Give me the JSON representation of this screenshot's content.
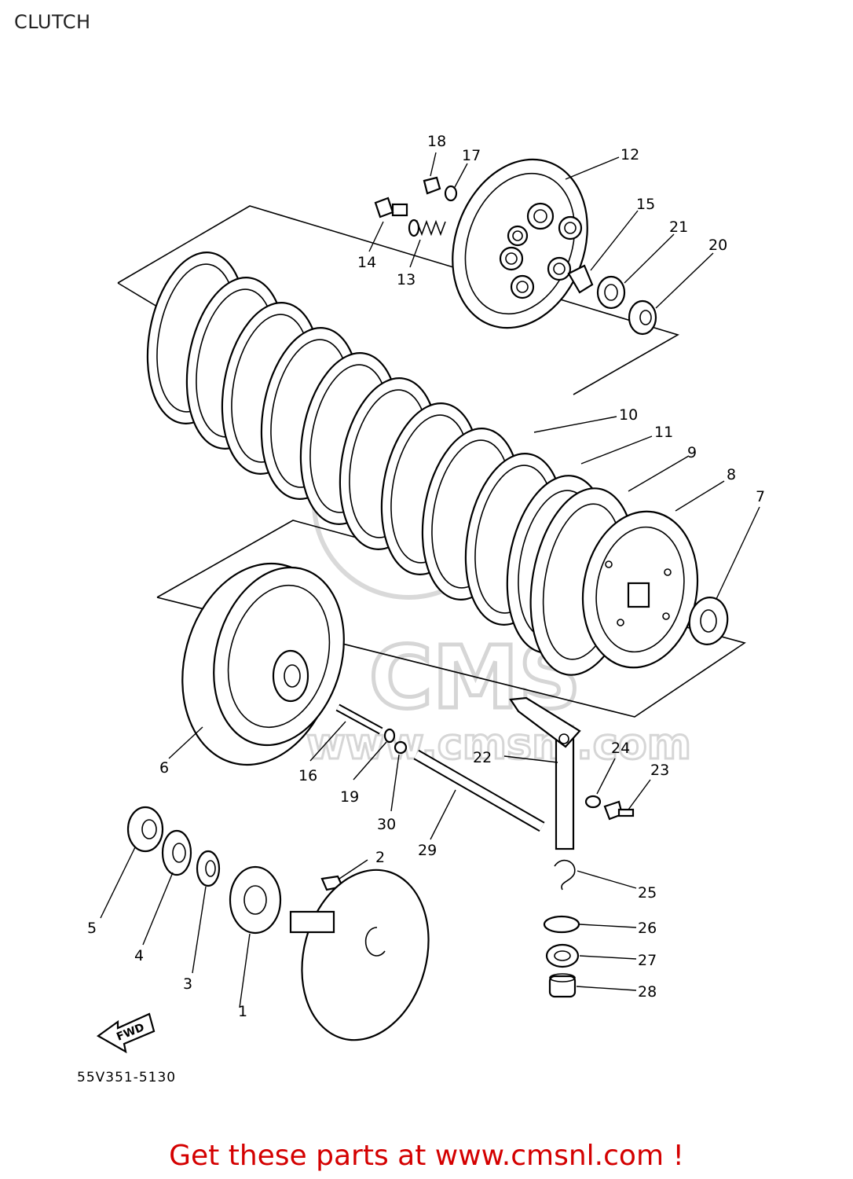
{
  "page": {
    "title": "CLUTCH"
  },
  "diagram": {
    "diagram_code": "55V351-5130",
    "fwd_label": "FWD",
    "watermark": "CMS www.cmsnl.com",
    "callouts": [
      {
        "label": "1"
      },
      {
        "label": "2"
      },
      {
        "label": "3"
      },
      {
        "label": "4"
      },
      {
        "label": "5"
      },
      {
        "label": "6"
      },
      {
        "label": "7"
      },
      {
        "label": "8"
      },
      {
        "label": "9"
      },
      {
        "label": "10"
      },
      {
        "label": "11"
      },
      {
        "label": "12"
      },
      {
        "label": "13"
      },
      {
        "label": "14"
      },
      {
        "label": "15"
      },
      {
        "label": "16"
      },
      {
        "label": "17"
      },
      {
        "label": "18"
      },
      {
        "label": "19"
      },
      {
        "label": "20"
      },
      {
        "label": "21"
      },
      {
        "label": "22"
      },
      {
        "label": "23"
      },
      {
        "label": "24"
      },
      {
        "label": "25"
      },
      {
        "label": "26"
      },
      {
        "label": "27"
      },
      {
        "label": "28"
      },
      {
        "label": "29"
      },
      {
        "label": "30"
      }
    ]
  },
  "footer": {
    "text": "Get these parts at www.cmsnl.com !",
    "color": "#d40000"
  }
}
